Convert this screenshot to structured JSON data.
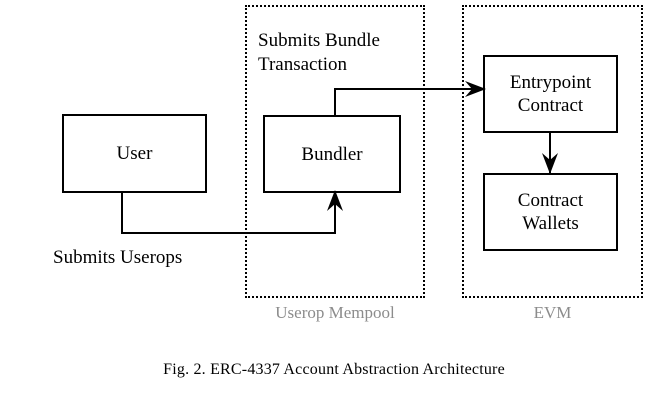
{
  "figure": {
    "caption": "Fig. 2.   ERC-4337 Account Abstraction Architecture",
    "colors": {
      "line": "#000000",
      "group_label": "#8c8c8c",
      "background": "#ffffff"
    }
  },
  "groups": [
    {
      "id": "userop-mempool",
      "label": "Userop Mempool"
    },
    {
      "id": "evm",
      "label": "EVM"
    }
  ],
  "nodes": [
    {
      "id": "user",
      "label": "User"
    },
    {
      "id": "bundler",
      "label": "Bundler"
    },
    {
      "id": "entrypoint-contract",
      "line1": "Entrypoint",
      "line2": "Contract"
    },
    {
      "id": "contract-wallets",
      "line1": "Contract",
      "line2": "Wallets"
    }
  ],
  "annotations": [
    {
      "id": "submits-bundle-transaction",
      "text": "Submits Bundle\nTransaction"
    },
    {
      "id": "submits-userops",
      "text": "Submits Userops"
    }
  ],
  "edges": [
    {
      "id": "user-to-bundler",
      "from": "user",
      "to": "bundler",
      "label": "Submits Userops",
      "arrow": "up"
    },
    {
      "id": "bundler-to-entrypoint",
      "from": "bundler",
      "to": "entrypoint-contract",
      "label": "Submits Bundle Transaction",
      "arrow": "right"
    },
    {
      "id": "entrypoint-to-wallets",
      "from": "entrypoint-contract",
      "to": "contract-wallets",
      "label": "",
      "arrow": "down"
    }
  ]
}
